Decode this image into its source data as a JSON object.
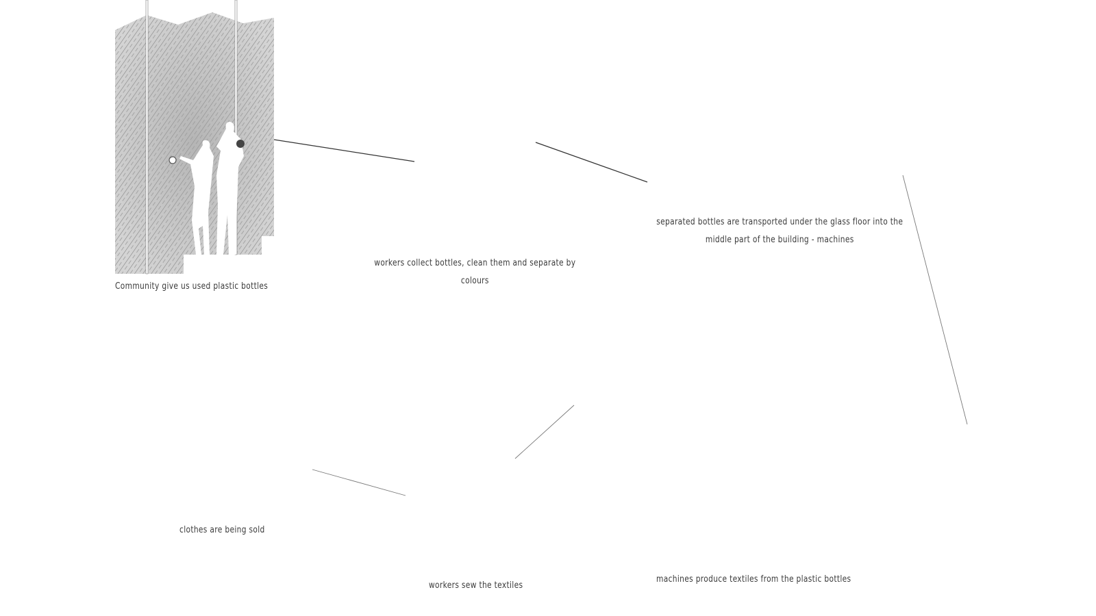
{
  "stages": [
    {
      "id": "community",
      "caption": "Community give us used plastic bottles"
    },
    {
      "id": "sorting",
      "caption": "workers collect bottles, clean them and separate by colours"
    },
    {
      "id": "transport",
      "caption": "separated bottles are transported under the glass floor into  the middle part of the building - machines"
    },
    {
      "id": "machines",
      "caption": "machines produce textiles from the plastic bottles"
    },
    {
      "id": "sewing",
      "caption": "workers sew the textiles"
    },
    {
      "id": "selling",
      "caption": "clothes are being sold"
    }
  ],
  "colors": {
    "line": "#333333",
    "machine_fill": "#a9a9a9",
    "machine_dark": "#8e8e8e",
    "hatch_fill": "#bdbdbd",
    "figure_fill": "#9a9a9a",
    "text": "#3a3a3a"
  }
}
